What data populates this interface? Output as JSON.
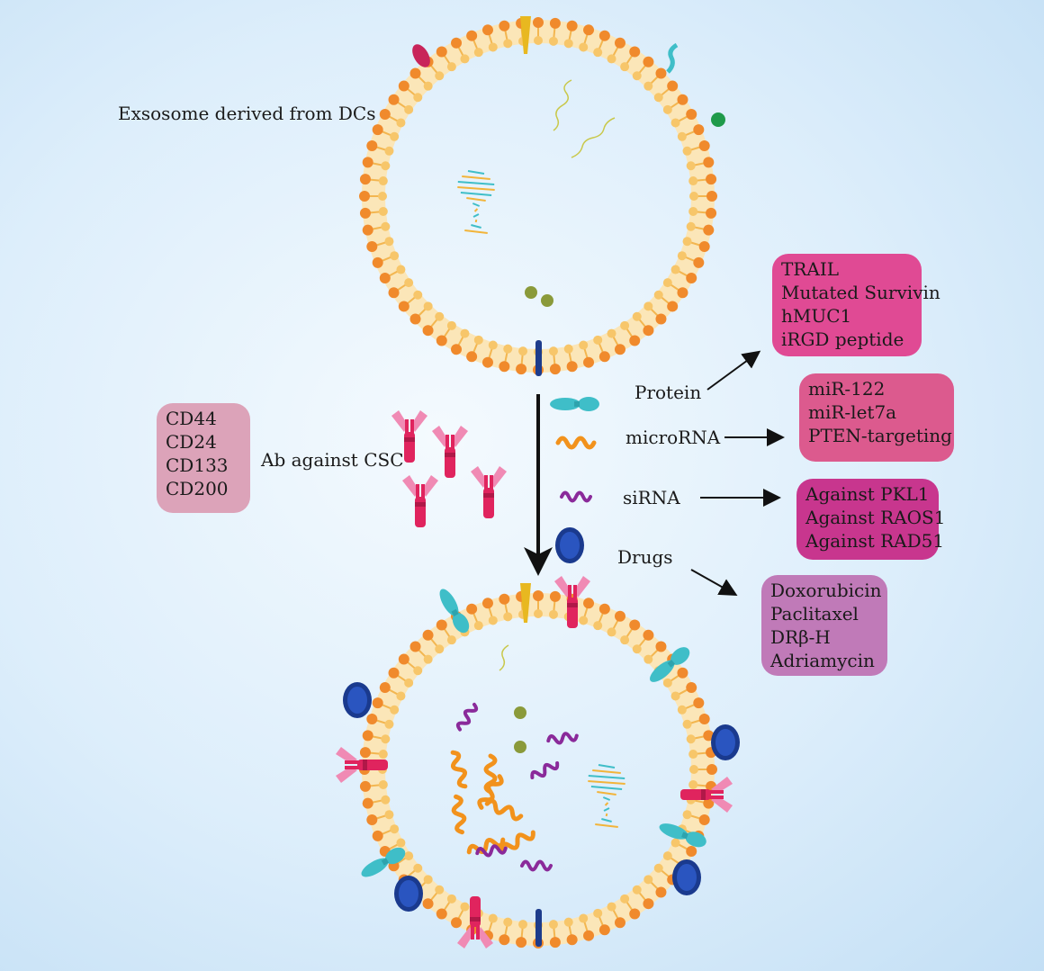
{
  "title": "Exsosome derived from DCs",
  "cargo": {
    "protein_label": "Protein",
    "microrna_label": "microRNA",
    "sirna_label": "siRNA",
    "drugs_label": "Drugs"
  },
  "antibody_label": "Ab against CSC",
  "csc_markers": [
    "CD44",
    "CD24",
    "CD133",
    "CD200"
  ],
  "protein_items": [
    "TRAIL",
    "Mutated Survivin",
    "hMUC1",
    "iRGD peptide"
  ],
  "microrna_items": [
    "miR-122",
    "miR-let7a",
    "PTEN-targeting"
  ],
  "sirna_items": [
    "Against  PKL1",
    "Against RAOS1",
    "Against RAD51"
  ],
  "drug_items": [
    "Doxorubicin",
    "Paclitaxel",
    "DRβ-H",
    "Adriamycin"
  ],
  "colors": {
    "protein_box": "#e04a94",
    "microrna_box": "#dc5a8e",
    "sirna_box": "#c8368e",
    "drug_box": "#c07ab8",
    "marker_box": "#dca3b9",
    "membrane_outer": "#f08a2c",
    "membrane_inner": "#f7c66a",
    "antibody": "#e0245e",
    "antibody_arm": "#f08ab4",
    "protein_shape": "#3fbec8",
    "microrna_shape": "#f2921c",
    "sirna_shape": "#8a2a9a",
    "drug_shape": "#1f3f9a"
  }
}
